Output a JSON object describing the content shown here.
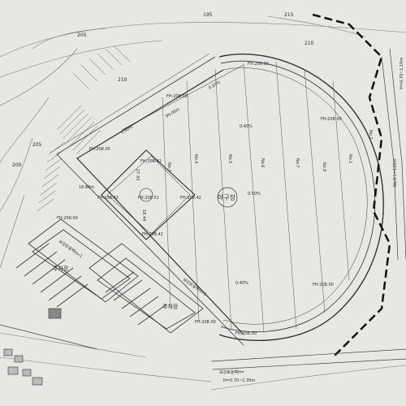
{
  "contours": {
    "c1": "215",
    "c2": "210",
    "c3": "205",
    "c4": "200",
    "c5": "195",
    "c6": "205",
    "c7": "210"
  },
  "elevations": {
    "top_arc": "FH:208.00",
    "right_arc": "FH:208.00",
    "left_upper": "FH:208.00",
    "home_left": "FH:208.42",
    "home_center": "FH:208.51",
    "home_right": "FH:208.42",
    "home_top": "FH:208.42",
    "home_bottom": "FH:208.42",
    "left_parking": "FH:209.00",
    "right_lower": "FH:208.00",
    "foul_bottom": "FH:208.00",
    "left_field": "FH:208.00",
    "bottom_plaza": "FH:208.00"
  },
  "dims": {
    "infield_diag": "99.06m",
    "left_offset": "16.86m",
    "base_dist_1": "27.43",
    "base_dist_2": "18.44"
  },
  "slopes": {
    "s1": "0.50%",
    "s2": "0.40%",
    "s3": "0.50%",
    "s4": "0.40%",
    "s5": "0.50%"
  },
  "stations": {
    "n0": "No.0",
    "n1": "No.1",
    "n2": "No.2",
    "n3": "No.3",
    "n4": "No.4",
    "n5": "No.5",
    "n6": "No.6",
    "n7": "No.7"
  },
  "labels": {
    "field": "야구장",
    "parking_a": "주차장",
    "parking_b": "주차장",
    "road_a": "보강토옹벽H=1",
    "road_b": "보강토옹벽H=1",
    "retaining_bottom": "보강토옹벽H=",
    "retaining_bottom2": "H=0.70~2.35m",
    "right_road": "No.0 L=120m",
    "right_road2": "H=0.70~1.10m"
  }
}
